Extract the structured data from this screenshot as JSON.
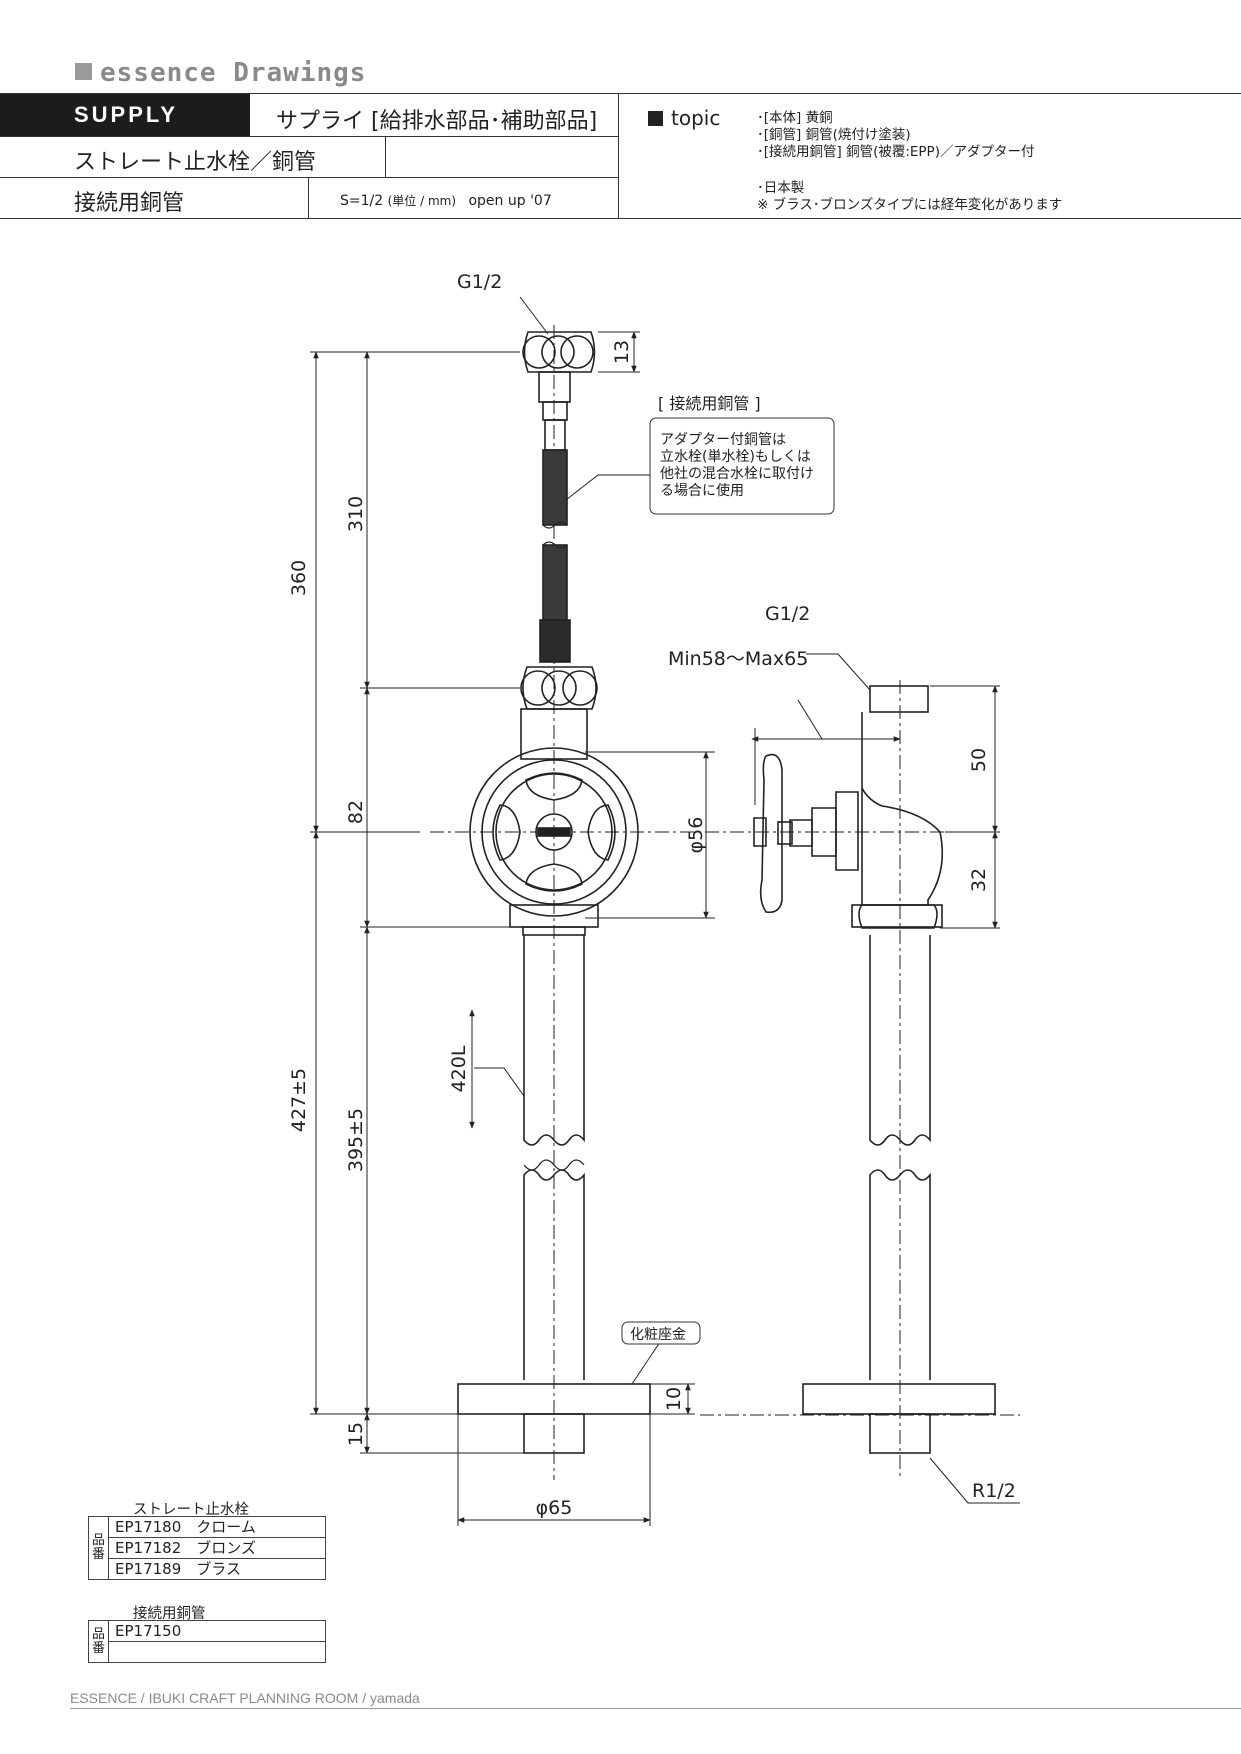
{
  "brand": {
    "title": "essence Drawings"
  },
  "header": {
    "category_en": "SUPPLY",
    "category_jp": "サプライ [給排水部品･補助部品]",
    "product_name": "ストレート止水栓／銅管",
    "subtitle": "接続用銅管",
    "scale_prefix": "S=1/2",
    "scale_unit": "(単位 / mm)",
    "scale_suffix": "open up '07",
    "topic_label": "topic",
    "topic_lines": [
      "･[本体] 黄銅",
      "･[銅管] 銅管(焼付け塗装)",
      "･[接続用銅管] 銅管(被覆:EPP)／アダプター付"
    ],
    "origin_line": "･日本製",
    "note_line": "※ ブラス･ブロンズタイプには経年変化があります"
  },
  "drawing": {
    "labels": {
      "g12_top": "G1/2",
      "g12_side": "G1/2",
      "min_max": "Min58～Max65",
      "callout_title": "[ 接続用銅管 ]",
      "callout_lines": [
        "アダプター付銅管は",
        "立水栓(単水栓)もしくは",
        "他社の混合水栓に取付け",
        "る場合に使用"
      ],
      "flange_callout": "化粧座金",
      "r12": "R1/2"
    },
    "dimensions": {
      "d13": "13",
      "d310": "310",
      "d360": "360",
      "d82": "82",
      "d427": "427±5",
      "d395": "395±5",
      "d420": "420L",
      "d15": "15",
      "d10": "10",
      "phi65": "φ65",
      "phi56": "φ56",
      "d50": "50",
      "d32": "32"
    }
  },
  "parts": {
    "valve_table_title": "ストレート止水栓",
    "valve_side_label": "品番",
    "valve_rows": [
      {
        "code": "EP17180",
        "finish": "クローム"
      },
      {
        "code": "EP17182",
        "finish": "ブロンズ"
      },
      {
        "code": "EP17189",
        "finish": "ブラス"
      }
    ],
    "pipe_table_title": "接続用銅管",
    "pipe_side_label": "品番",
    "pipe_rows": [
      {
        "code": "EP17150",
        "finish": ""
      },
      {
        "code": "",
        "finish": ""
      }
    ]
  },
  "footer": {
    "text": "ESSENCE / IBUKI CRAFT  PLANNING ROOM / yamada"
  }
}
